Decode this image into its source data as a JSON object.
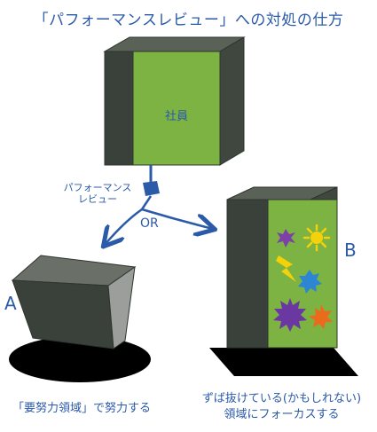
{
  "title": "「パフォーマンスレビュー」への対処の仕方",
  "employee_label": "社員",
  "review_label_line1": "パフォーマンス",
  "review_label_line2": "レビュー",
  "or_label": "OR",
  "label_a": "A",
  "label_b": "B",
  "caption_a": "「要努力領域」で努力する",
  "caption_b_line1": "ずば抜けている(かもしれない)",
  "caption_b_line2": "領域にフォーカスする",
  "colors": {
    "text": "#2b5aa8",
    "cube_front_green": "#7cb342",
    "cube_dark": "#3f473f",
    "cube_top": "#5a6157",
    "shadow": "#000000"
  }
}
